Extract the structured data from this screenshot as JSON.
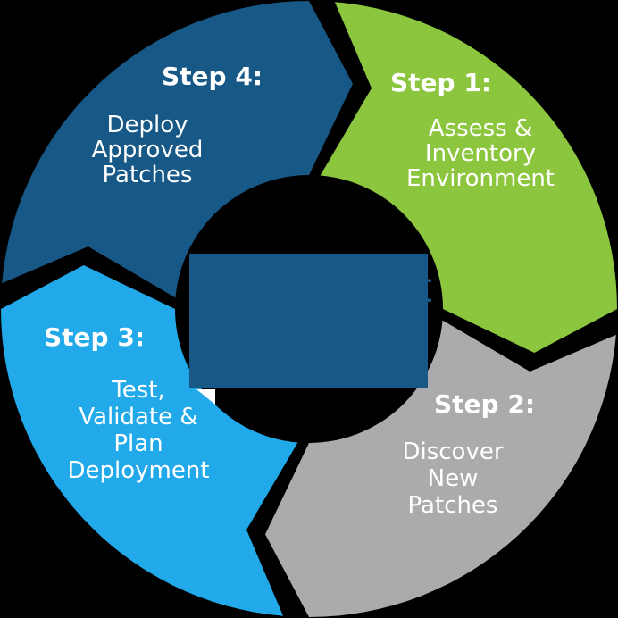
{
  "background_color": "#000000",
  "text_color": "#ffffff",
  "diagram": {
    "type": "circular-process-cycle",
    "direction": "clockwise",
    "steps": [
      {
        "id": "step-1",
        "label": "Step 1:",
        "lines": [
          "Assess &",
          "Inventory",
          "Environment"
        ],
        "color": "#8CC63F",
        "position": "top-right"
      },
      {
        "id": "step-2",
        "label": "Step 2:",
        "lines": [
          "Discover",
          "New",
          "Patches"
        ],
        "color": "#AAABAD",
        "position": "bottom-right"
      },
      {
        "id": "step-3",
        "label": "Step 3:",
        "lines": [
          "Test,",
          "Validate &",
          "Plan",
          "Deployment"
        ],
        "color": "#21A9EA",
        "position": "bottom-left"
      },
      {
        "id": "step-4",
        "label": "Step 4:",
        "lines": [
          "Deploy",
          "Approved",
          "Patches"
        ],
        "color": "#175887",
        "position": "top-left"
      }
    ],
    "center": {
      "cover_color": "#175887",
      "stray_glyph": "t",
      "wedge_color": "#ffffff"
    }
  }
}
